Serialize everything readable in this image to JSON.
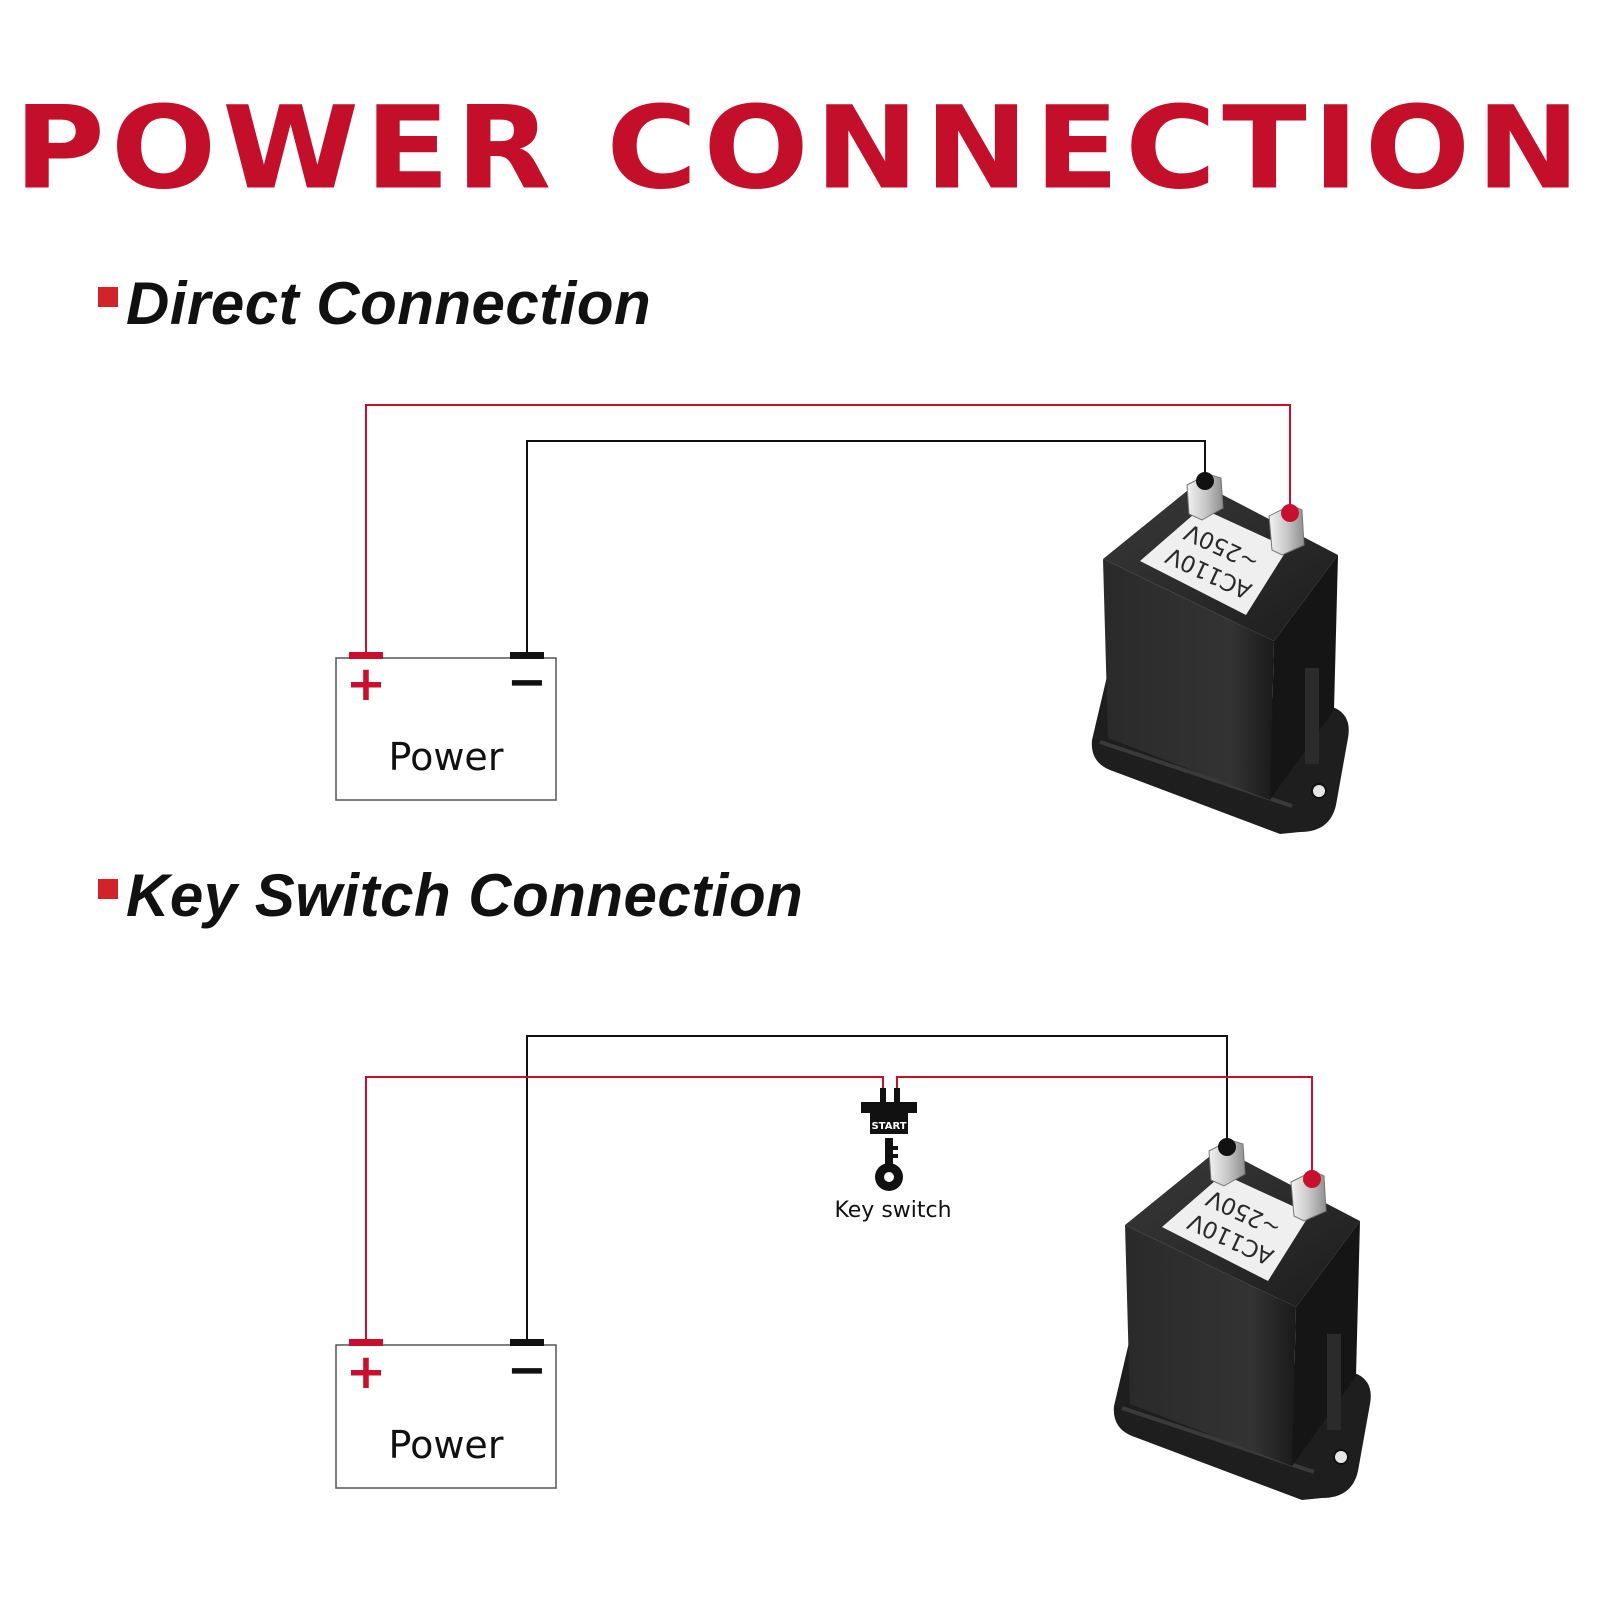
{
  "title": "POWER CONNECTION",
  "sections": [
    {
      "label": "Direct Connection"
    },
    {
      "label": "Key Switch Connection"
    }
  ],
  "power_box": {
    "plus": "+",
    "minus": "−",
    "label": "Power"
  },
  "meter": {
    "label_line1": "AC110V",
    "label_line2": "~250V"
  },
  "key_switch": {
    "start_label": "START",
    "caption": "Key switch"
  },
  "colors": {
    "accent_red": "#c30f2a",
    "wire_red": "#c8102e",
    "wire_black": "#111111"
  },
  "icons": [
    "battery-power-box",
    "hour-meter-device",
    "key-switch-icon",
    "square-bullet-icon"
  ]
}
